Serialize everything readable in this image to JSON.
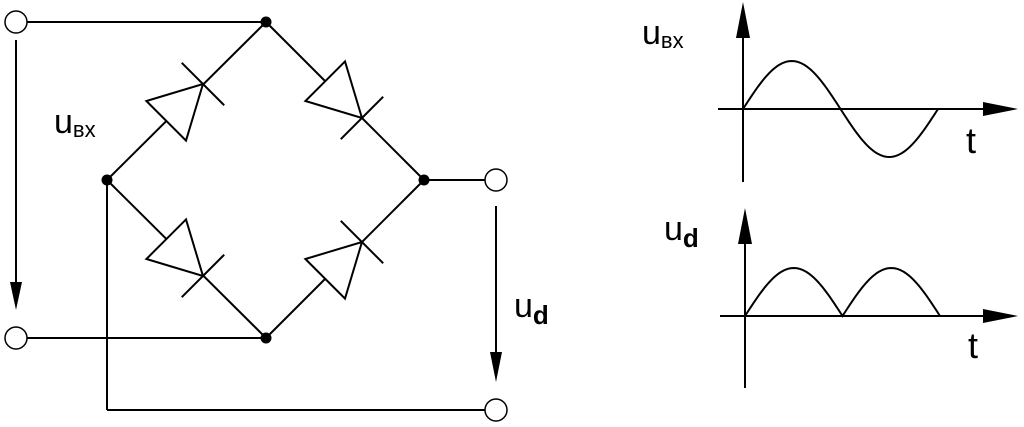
{
  "circuit": {
    "input_voltage": {
      "main": "u",
      "sub": "вх"
    },
    "output_voltage": {
      "main": "u",
      "sub": "d"
    }
  },
  "graphs": [
    {
      "voltage_label": {
        "main": "u",
        "sub": "вх"
      },
      "time_label": "t"
    },
    {
      "voltage_label": {
        "main": "u",
        "sub": "d"
      },
      "time_label": "t"
    }
  ]
}
